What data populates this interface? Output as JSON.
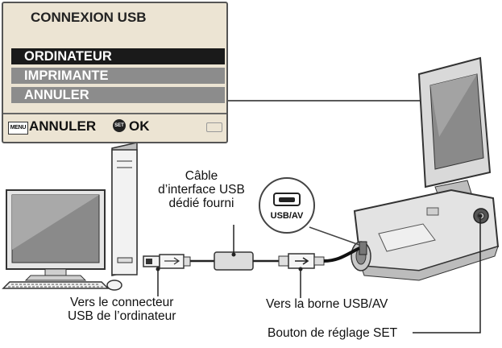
{
  "menu": {
    "title": "CONNEXION USB",
    "items": [
      "ORDINATEUR",
      "IMPRIMANTE",
      "ANNULER"
    ],
    "selected_index": 0,
    "footer": {
      "menu_icon_label": "MENU",
      "cancel_label": "ANNULER",
      "set_icon_label": "SET",
      "ok_label": "OK"
    }
  },
  "labels": {
    "cable": "Câble\nd’interface USB\ndédié fourni",
    "pc_connector": "Vers le connecteur\nUSB de l’ordinateur",
    "usb_av_port": "Vers la borne USB/AV",
    "set_button": "Bouton de réglage SET"
  },
  "callout": {
    "port_label": "USB/AV"
  },
  "colors": {
    "lcd_background": "#ece4d3",
    "menu_selected": "#1a1a1a",
    "menu_unselected": "#8c8c8c",
    "device_gray": "#d9d9d9"
  }
}
